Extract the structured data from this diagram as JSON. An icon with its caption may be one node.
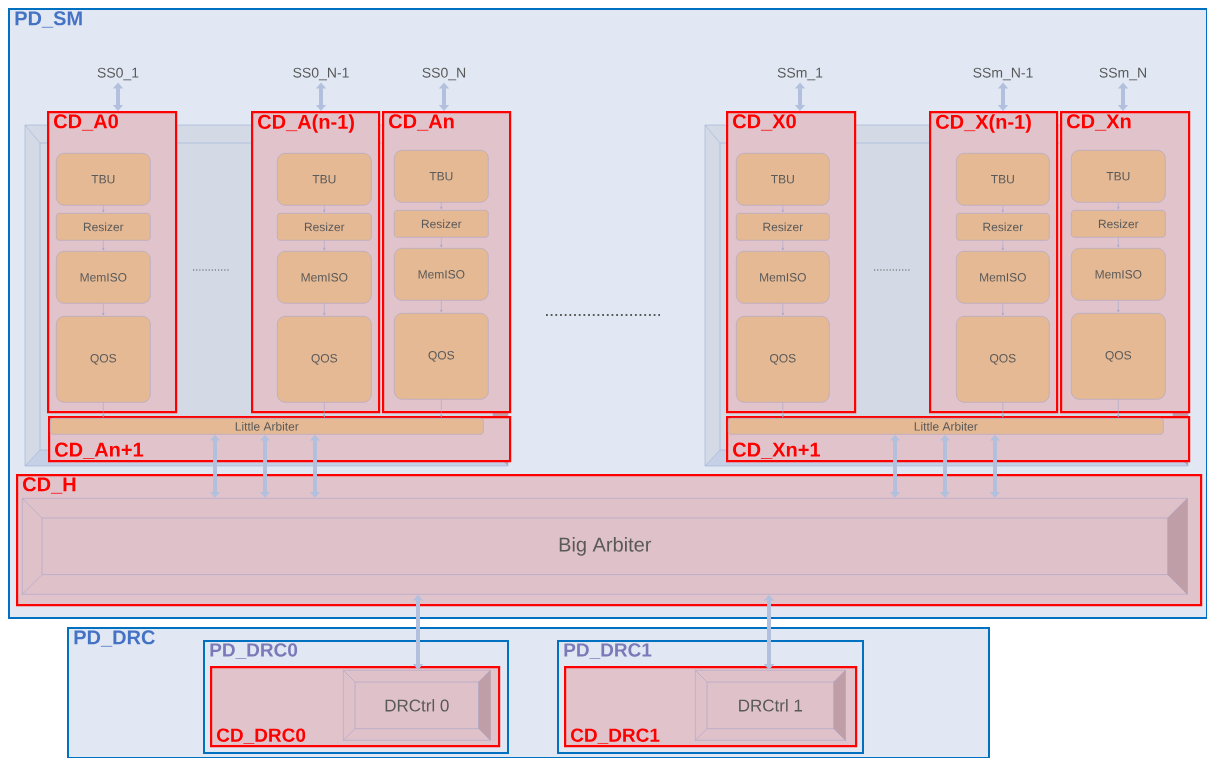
{
  "diagram": {
    "nodes": [
      {
        "text": [
          "PD_SM"
        ]
      },
      {
        "text": [
          "SS0_1"
        ],
        "in": 0
      },
      {
        "text": [
          "SS0_N-1"
        ],
        "in": 0
      },
      {
        "text": [
          "SS0_N"
        ],
        "in": 0
      },
      {
        "text": [
          "SSm_1"
        ],
        "in": 0
      },
      {
        "text": [
          "SSm_N-1"
        ],
        "in": 0
      },
      {
        "text": [
          "SSm_N"
        ],
        "in": 0
      },
      {
        "text": [
          "CD_A0"
        ],
        "in": 0
      },
      {
        "text": [
          "TBU"
        ],
        "in": 7
      },
      {
        "text": [
          "Resizer"
        ],
        "in": 7
      },
      {
        "text": [
          "MemISO"
        ],
        "in": 7
      },
      {
        "text": [
          "QOS"
        ],
        "in": 7
      },
      {
        "text": [
          "CD_A(n-1)"
        ],
        "in": 0
      },
      {
        "text": [
          "TBU"
        ],
        "in": 12
      },
      {
        "text": [
          "Resizer"
        ],
        "in": 12
      },
      {
        "text": [
          "MemISO"
        ],
        "in": 12
      },
      {
        "text": [
          "QOS"
        ],
        "in": 12
      },
      {
        "text": [
          "CD_An"
        ],
        "in": 0
      },
      {
        "text": [
          "TBU"
        ],
        "in": 17
      },
      {
        "text": [
          "Resizer"
        ],
        "in": 17
      },
      {
        "text": [
          "MemISO"
        ],
        "in": 17
      },
      {
        "text": [
          "QOS"
        ],
        "in": 17
      },
      {
        "text": [
          "CD_An+1"
        ],
        "in": 0
      },
      {
        "text": [
          "Little Arbiter"
        ],
        "in": 22
      },
      {
        "text": [
          "CD_X0"
        ],
        "in": 0
      },
      {
        "text": [
          "TBU"
        ],
        "in": 24
      },
      {
        "text": [
          "Resizer"
        ],
        "in": 24
      },
      {
        "text": [
          "MemISO"
        ],
        "in": 24
      },
      {
        "text": [
          "QOS"
        ],
        "in": 24
      },
      {
        "text": [
          "CD_X(n-1)"
        ],
        "in": 0
      },
      {
        "text": [
          "TBU"
        ],
        "in": 29
      },
      {
        "text": [
          "Resizer"
        ],
        "in": 29
      },
      {
        "text": [
          "MemISO"
        ],
        "in": 29
      },
      {
        "text": [
          "QOS"
        ],
        "in": 29
      },
      {
        "text": [
          "CD_Xn"
        ],
        "in": 0
      },
      {
        "text": [
          "TBU"
        ],
        "in": 34
      },
      {
        "text": [
          "Resizer"
        ],
        "in": 34
      },
      {
        "text": [
          "MemISO"
        ],
        "in": 34
      },
      {
        "text": [
          "QOS"
        ],
        "in": 34
      },
      {
        "text": [
          "CD_Xn+1"
        ],
        "in": 0
      },
      {
        "text": [
          "Little Arbiter"
        ],
        "in": 39
      },
      {
        "text": [
          "CD_H"
        ],
        "in": 0
      },
      {
        "text": [
          "Big Arbiter"
        ],
        "in": 41
      },
      {
        "text": [
          "PD_DRC"
        ]
      },
      {
        "text": [
          "PD_DRC0"
        ],
        "in": 43
      },
      {
        "text": [
          "CD_DRC0"
        ],
        "in": 44
      },
      {
        "text": [
          "DRCtrl 0"
        ],
        "in": 45
      },
      {
        "text": [
          "PD_DRC1"
        ],
        "in": 43
      },
      {
        "text": [
          "CD_DRC1"
        ],
        "in": 47
      },
      {
        "text": [
          "DRCtrl 1"
        ],
        "in": 48
      }
    ],
    "edges": [
      {
        "from": 1,
        "to": 7,
        "arrow": "both",
        "style": "thick"
      },
      {
        "from": 2,
        "to": 12,
        "arrow": "both",
        "style": "thick"
      },
      {
        "from": 3,
        "to": 17,
        "arrow": "both",
        "style": "thick"
      },
      {
        "from": 4,
        "to": 24,
        "arrow": "both",
        "style": "thick"
      },
      {
        "from": 5,
        "to": 29,
        "arrow": "both",
        "style": "thick"
      },
      {
        "from": 6,
        "to": 34,
        "arrow": "both",
        "style": "thick"
      },
      {
        "from": 8,
        "to": 9,
        "arrow": "to"
      },
      {
        "from": 9,
        "to": 10,
        "arrow": "to"
      },
      {
        "from": 10,
        "to": 11,
        "arrow": "to"
      },
      {
        "from": 13,
        "to": 14,
        "arrow": "to"
      },
      {
        "from": 14,
        "to": 15,
        "arrow": "to"
      },
      {
        "from": 15,
        "to": 16,
        "arrow": "to"
      },
      {
        "from": 18,
        "to": 19,
        "arrow": "to"
      },
      {
        "from": 19,
        "to": 20,
        "arrow": "to"
      },
      {
        "from": 20,
        "to": 21,
        "arrow": "to"
      },
      {
        "from": 25,
        "to": 26,
        "arrow": "to"
      },
      {
        "from": 26,
        "to": 27,
        "arrow": "to"
      },
      {
        "from": 27,
        "to": 28,
        "arrow": "to"
      },
      {
        "from": 30,
        "to": 31,
        "arrow": "to"
      },
      {
        "from": 31,
        "to": 32,
        "arrow": "to"
      },
      {
        "from": 32,
        "to": 33,
        "arrow": "to"
      },
      {
        "from": 35,
        "to": 36,
        "arrow": "to"
      },
      {
        "from": 36,
        "to": 37,
        "arrow": "to"
      },
      {
        "from": 37,
        "to": 38,
        "arrow": "to"
      },
      {
        "from": 11,
        "to": 23,
        "arrow": "to"
      },
      {
        "from": 16,
        "to": 23,
        "arrow": "to"
      },
      {
        "from": 21,
        "to": 23,
        "arrow": "to"
      },
      {
        "from": 28,
        "to": 40,
        "arrow": "to"
      },
      {
        "from": 33,
        "to": 40,
        "arrow": "to"
      },
      {
        "from": 38,
        "to": 40,
        "arrow": "to"
      },
      {
        "from": 23,
        "to": 42,
        "arrow": "both",
        "style": "thick"
      },
      {
        "from": 23,
        "to": 42,
        "arrow": "both",
        "style": "thick"
      },
      {
        "from": 23,
        "to": 42,
        "arrow": "both",
        "style": "thick"
      },
      {
        "from": 40,
        "to": 42,
        "arrow": "both",
        "style": "thick"
      },
      {
        "from": 40,
        "to": 42,
        "arrow": "both",
        "style": "thick"
      },
      {
        "from": 40,
        "to": 42,
        "arrow": "both",
        "style": "thick"
      },
      {
        "from": 42,
        "to": 46,
        "arrow": "both",
        "style": "thick"
      },
      {
        "from": 42,
        "to": 49,
        "arrow": "both",
        "style": "thick"
      }
    ]
  }
}
